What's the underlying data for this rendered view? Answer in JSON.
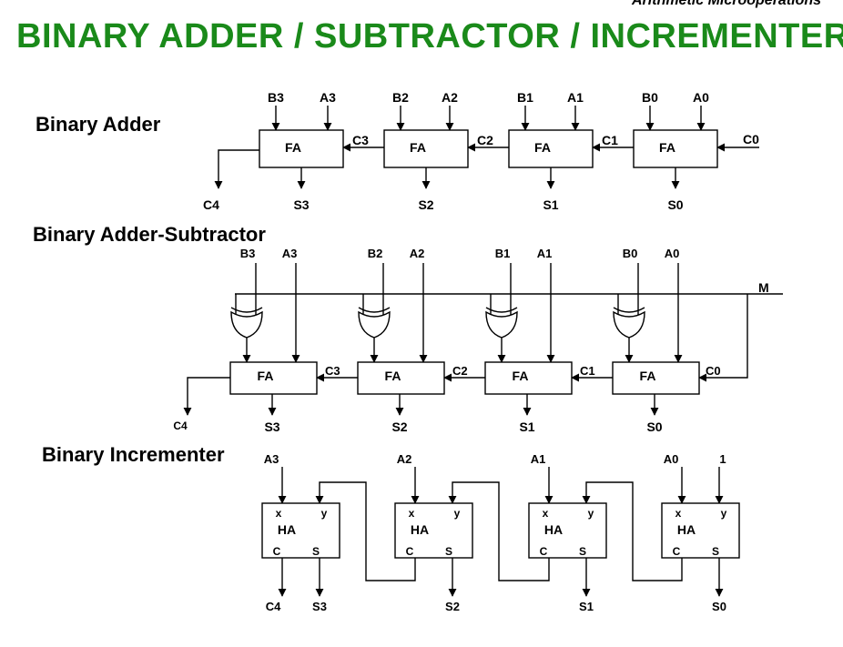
{
  "header": {
    "top_note": "Arithmetic Microoperations",
    "title": "BINARY  ADDER / SUBTRACTOR / INCREMENTER"
  },
  "sections": {
    "adder": "Binary Adder",
    "adder_subtractor": "Binary Adder-Subtractor",
    "incrementer": "Binary Incrementer"
  },
  "adder": {
    "block_label": "FA",
    "inputs_b": [
      "B3",
      "B2",
      "B1",
      "B0"
    ],
    "inputs_a": [
      "A3",
      "A2",
      "A1",
      "A0"
    ],
    "carries": [
      "C3",
      "C2",
      "C1",
      "C0"
    ],
    "carry_out": "C4",
    "sums": [
      "S3",
      "S2",
      "S1",
      "S0"
    ]
  },
  "adder_subtractor": {
    "block_label": "FA",
    "inputs_b": [
      "B3",
      "B2",
      "B1",
      "B0"
    ],
    "inputs_a": [
      "A3",
      "A2",
      "A1",
      "A0"
    ],
    "carries": [
      "C3",
      "C2",
      "C1",
      "C0"
    ],
    "carry_out": "C4",
    "sums": [
      "S3",
      "S2",
      "S1",
      "S0"
    ],
    "mode": "M"
  },
  "incrementer": {
    "block_label": "HA",
    "port_x": "x",
    "port_y": "y",
    "port_c": "C",
    "port_s": "S",
    "inputs_a": [
      "A3",
      "A2",
      "A1",
      "A0"
    ],
    "constant_one": "1",
    "carry_out": "C4",
    "sums": [
      "S3",
      "S2",
      "S1",
      "S0"
    ]
  }
}
